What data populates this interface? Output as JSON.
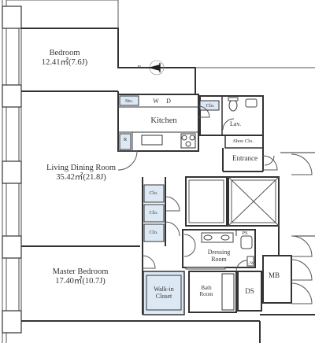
{
  "rooms": {
    "bedroom": {
      "name": "Bedroom",
      "area": "12.41㎡(7.6J)"
    },
    "kitchen": "Kitchen",
    "living": {
      "name": "Living Dining Room",
      "area": "35.42㎡(21.8J)"
    },
    "master": {
      "name": "Master Bedroom",
      "area": "17.40㎡(10.7J)"
    },
    "entrance": "Entrance",
    "lav": "Lav.",
    "shoe": "Shoe Clo.",
    "dressing": {
      "line1": "Dressing",
      "line2": "Room"
    },
    "walkin": {
      "line1": "Walk-in",
      "line2": "Closet"
    },
    "bath": {
      "line1": "Bath",
      "line2": "Room"
    }
  },
  "small_labels": {
    "sto": "Sto.",
    "w": "W",
    "d": "D",
    "clo_kitchen": "Clo.",
    "clo_1": "Clo.",
    "clo_2": "Clo.",
    "clo_3": "Clo.",
    "ps": "PS",
    "ds": "DS",
    "mb": "MB",
    "lw": "L/W",
    "r": "R",
    "n": "N"
  },
  "colors": {
    "wall": "#333333",
    "closet_fill": "#dde8f5",
    "column_fill": "#ffffff",
    "floor_fill": "#ffffff"
  }
}
